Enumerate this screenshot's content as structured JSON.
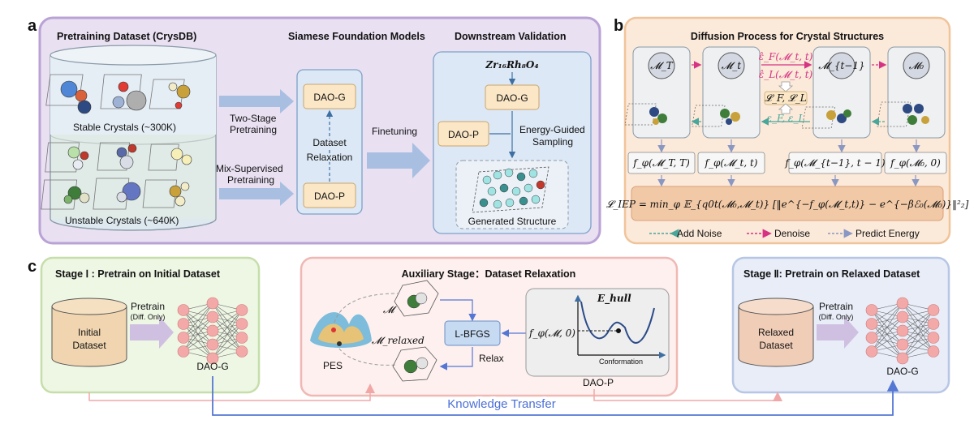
{
  "panel_a": {
    "letter": "a",
    "pretrain_header": "Pretraining Dataset (CrysDB)",
    "siamese_header": "Siamese Foundation Models",
    "downstream_header": "Downstream Validation",
    "stable_label": "Stable Crystals (~300K)",
    "unstable_label": "Unstable Crystals (~640K)",
    "two_stage_1": "Two-Stage",
    "two_stage_2": "Pretraining",
    "mix_1": "Mix-Supervised",
    "mix_2": "Pretraining",
    "dao_g": "DAO-G",
    "dao_p": "DAO-P",
    "relax_1": "Dataset",
    "relax_2": "Relaxation",
    "finetuning": "Finetuning",
    "formula": "Zr₁₆Rh₈O₄",
    "down_dao_g": "DAO-G",
    "down_dao_p": "DAO-P",
    "energy_1": "Energy-Guided",
    "energy_2": "Sampling",
    "generated": "Generated Structure"
  },
  "panel_b": {
    "letter": "b",
    "header": "Diffusion Process for Crystal Structures",
    "m_T": "𝓜_T",
    "m_t": "𝓜_t",
    "m_t1": "𝓜_{t−1}",
    "m_0": "𝓜₀",
    "eps_hat_F": "ε̂_F(𝓜_t, t)",
    "eps_hat_L": "ε̂_L(𝓜_t, t)",
    "loss_FL": "𝓛_F, 𝓛_L",
    "eps_FL": "ε_F, ε_L",
    "f_T": "f_φ(𝓜_T, T)",
    "f_t": "f_φ(𝓜_t, t)",
    "f_t1": "f_φ(𝓜_{t−1}, t − 1)",
    "f_0": "f_φ(𝓜₀, 0)",
    "loss_iep": "𝓛_IEP = min_φ 𝔼_{q0t(𝓜₀,𝓜_t)} [‖e^{−f_φ(𝓜_t,t)} − e^{−βℰ₀(𝓜₀)}‖²₂]",
    "legend_add_noise": "Add Noise",
    "legend_denoise": "Denoise",
    "legend_predict": "Predict Energy",
    "colors": {
      "add_noise": "#4aa69a",
      "denoise": "#d63384",
      "predict": "#8a97c2"
    }
  },
  "panel_c": {
    "letter": "c",
    "stage1_header": "Stage Ⅰ : Pretrain on Initial Dataset",
    "aux_header": "Auxiliary Stage：Dataset Relaxation",
    "stage2_header": "Stage Ⅱ: Pretrain on Relaxed Dataset",
    "initial_1": "Initial",
    "initial_2": "Dataset",
    "pretrain": "Pretrain",
    "diff_only": "(Diff. Only)",
    "dao_g_1": "DAO-G",
    "m_label": "𝓜",
    "m_relaxed": "𝓜_relaxed",
    "lbfgs": "L-BFGS",
    "relax": "Relax",
    "pes": "PES",
    "f_m0": "f_φ(𝓜, 0)",
    "ehull": "E_hull",
    "conformation": "Conformation",
    "dao_p": "DAO-P",
    "relaxed_1": "Relaxed",
    "relaxed_2": "Dataset",
    "pretrain2": "Pretrain",
    "diff_only2": "(Diff. Only)",
    "dao_g_2": "DAO-G",
    "knowledge_transfer": "Knowledge Transfer",
    "colors": {
      "stage1": "#eef6e4",
      "aux": "#fdf0ee",
      "stage2": "#e8edf8",
      "kt": "#4b6fd6"
    }
  }
}
